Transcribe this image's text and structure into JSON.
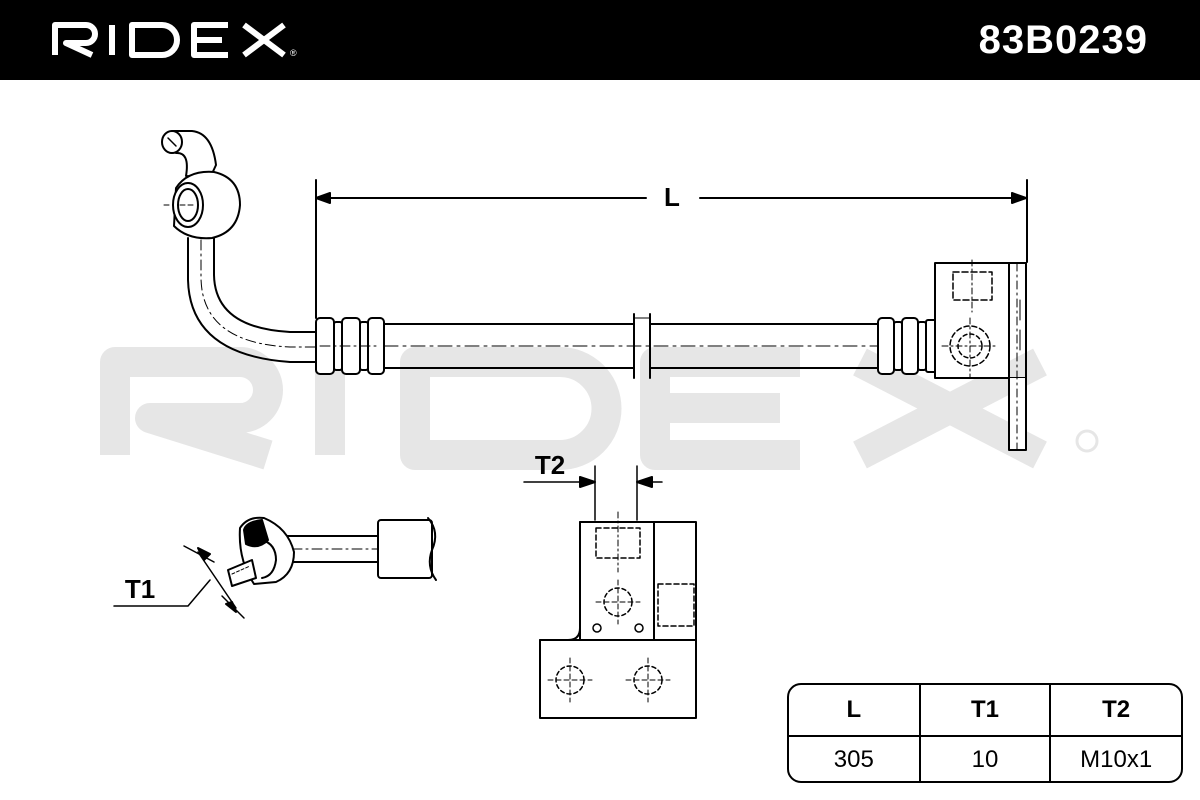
{
  "header": {
    "brand": "RIDEX",
    "part_number": "83B0239",
    "background": "#000000",
    "text_color": "#ffffff"
  },
  "watermark": {
    "text": "RIDEX",
    "color": "#e6e6e6",
    "registered_mark": "®"
  },
  "drawing": {
    "label_length": "L",
    "label_t1": "T1",
    "label_t2": "T2",
    "line_color": "#000000"
  },
  "spec_table": {
    "headers": [
      "L",
      "T1",
      "T2"
    ],
    "values": [
      "305",
      "10",
      "M10x1"
    ]
  }
}
